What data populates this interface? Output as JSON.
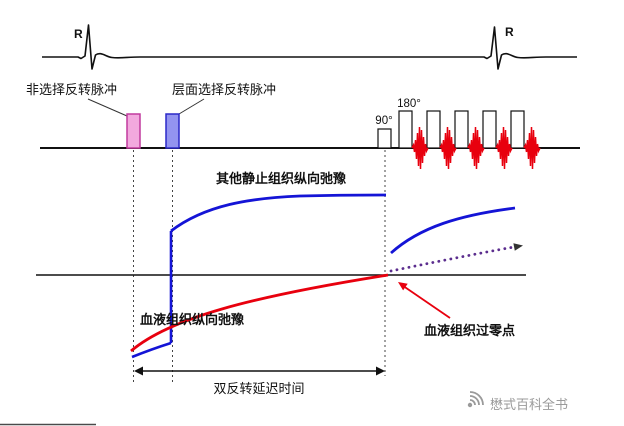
{
  "ecg": {
    "r_left": "R",
    "r_right": "R"
  },
  "labels": {
    "nonselective_pulse": "非选择反转脉冲",
    "slice_selective_pulse": "层面选择反转脉冲",
    "deg90": "90°",
    "deg180": "180°",
    "static_tissue_curve": "其他静止组织纵向弛豫",
    "blood_curve": "血液组织纵向弛豫",
    "blood_zero_cross": "血液组织过零点",
    "delay_time": "双反转延迟时间"
  },
  "watermark": {
    "text": "懋式百科全书"
  },
  "colors": {
    "pink_pulse_fill": "#f2a9de",
    "pink_pulse_stroke": "#c13a9e",
    "blue_pulse_fill": "#9394f0",
    "blue_pulse_stroke": "#2b28c8",
    "static_curve_blue": "#1414d6",
    "blood_curve_red": "#e8000e",
    "dotted_purple": "#5b2d8e",
    "echo_red": "#e8000e",
    "axis_black": "#111111",
    "watermark_gray": "#9a9a9a"
  }
}
